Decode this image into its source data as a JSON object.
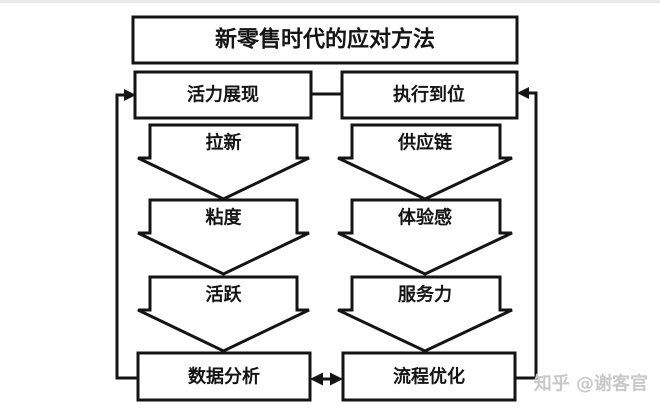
{
  "title": {
    "label": "新零售时代的应对方法"
  },
  "flow": {
    "top_row": [
      {
        "label": "活力展现"
      },
      {
        "label": "执行到位"
      }
    ],
    "left_steps": [
      {
        "label": "拉新"
      },
      {
        "label": "粘度"
      },
      {
        "label": "活跃"
      }
    ],
    "right_steps": [
      {
        "label": "供应链"
      },
      {
        "label": "体验感"
      },
      {
        "label": "服务力"
      }
    ],
    "bottom_row": [
      {
        "label": "数据分析"
      },
      {
        "label": "流程优化"
      }
    ]
  },
  "watermark": {
    "label": "知乎 @谢客官"
  },
  "colors": {
    "stroke": "#141414",
    "background": "#ffffff",
    "watermark": "#c9c9c9",
    "top_strip": "#e9e9e9"
  }
}
